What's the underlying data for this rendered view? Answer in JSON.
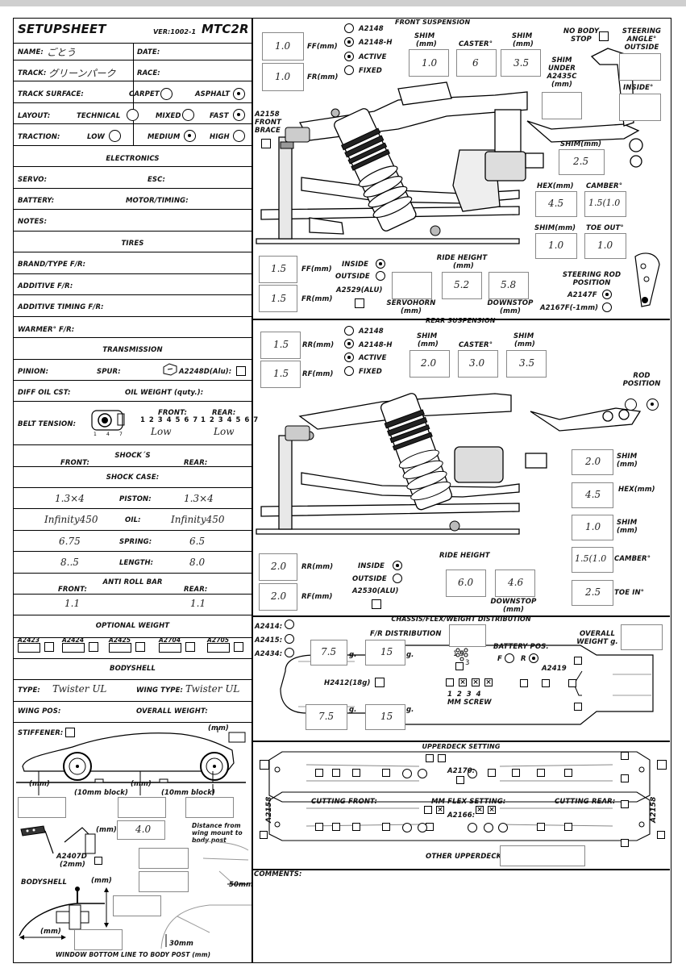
{
  "header": {
    "title": "SETUPSHEET",
    "version": "VER:1002-1",
    "model": "MTC2R"
  },
  "left": {
    "name_label": "NAME:",
    "name_value": "ごとう",
    "date_label": "DATE:",
    "track_label": "TRACK:",
    "track_value": "グリーンパーク",
    "race_label": "RACE:",
    "surface_label": "TRACK SURFACE:",
    "carpet": "CARPET",
    "asphalt": "ASPHALT",
    "layout_label": "LAYOUT:",
    "technical": "TECHNICAL",
    "mixed": "MIXED",
    "fast": "FAST",
    "traction_label": "TRACTION:",
    "low": "LOW",
    "medium": "MEDIUM",
    "high": "HIGH",
    "electronics": "ELECTRONICS",
    "servo": "SERVO:",
    "esc": "ESC:",
    "battery": "BATTERY:",
    "motor": "MOTOR/TIMING:",
    "notes": "NOTES:",
    "tires": "TIRES",
    "brand": "BRAND/TYPE F/R:",
    "additive": "ADDITIVE F/R:",
    "additive_timing": "ADDITIVE TIMING F/R:",
    "warmer": "WARMER° F/R:",
    "transmission": "TRANSMISSION",
    "pinion": "PINION:",
    "spur": "SPUR:",
    "a2248d": "A2248D(Alu):",
    "diff": "DIFF OIL CST:",
    "oil_weight": "OIL WEIGHT (quty.):",
    "belt": "BELT TENSION:",
    "belt_front": "FRONT:",
    "belt_rear": "REAR:",
    "belt_scale": "1 2 3 4 5 6 7",
    "belt_front_val": "Low",
    "belt_rear_val": "Low",
    "shocks": "SHOCK´S",
    "shocks_front": "FRONT:",
    "shocks_rear": "REAR:",
    "shock_case": "SHOCK CASE:",
    "piston": "PISTON:",
    "piston_f": "1.3×4",
    "piston_r": "1.3×4",
    "oil": "OIL:",
    "oil_f": "Infinity450",
    "oil_r": "Infinity450",
    "spring": "SPRING:",
    "spring_f": "6.75",
    "spring_r": "6.5",
    "length": "LENGTH:",
    "length_f": "8..5",
    "length_r": "8.0",
    "arb": "ANTI ROLL BAR",
    "arb_front": "FRONT:",
    "arb_rear": "REAR:",
    "arb_f": "1.1",
    "arb_r": "1.1",
    "opt_weight": "OPTIONAL WEIGHT",
    "w1": "A2423",
    "w2": "A2424",
    "w3": "A2425",
    "w4": "A2704",
    "w5": "A2705",
    "bodyshell": "BODYSHELL",
    "type": "TYPE:",
    "type_val": "Twister UL",
    "wing_type": "WING TYPE:",
    "wing_type_val": "Twister UL",
    "wing_pos": "WING POS:",
    "overall_weight": "OVERALL WEIGHT:",
    "stiffener": "STIFFENER:",
    "mm": "(mm)",
    "block10": "(10mm block)",
    "a2407d": "A2407D",
    "a2407d_mm": "(2mm)",
    "wing_mm_val": "4.0",
    "dist_wing": "Distance from wing mount to body post",
    "mm50": "50mm",
    "mm30": "30mm",
    "bodyshell2": "BODYSHELL",
    "window_line": "WINDOW BOTTOM LINE TO BODY POST (mm)"
  },
  "front": {
    "title": "FRONT SUSPENSION",
    "a2148": "A2148",
    "a2148h": "A2148-H",
    "active": "ACTIVE",
    "fixed": "FIXED",
    "ff_mm": "FF(mm)",
    "fr_mm": "FR(mm)",
    "ff_val": "1.0",
    "fr_val": "1.0",
    "shim": "SHIM",
    "mm": "(mm)",
    "caster": "CASTER°",
    "shim1_val": "1.0",
    "caster_val": "6",
    "shim2_val": "3.5",
    "no_body_stop": "NO BODY STOP",
    "steering_angle": "STEERING ANGLE° OUTSIDE",
    "shim_under": "SHIM UNDER A2435C (mm)",
    "inside_deg": "INSIDE°",
    "a2158": "A2158 FRONT BRACE",
    "shim_mm": "SHIM(mm)",
    "shim_mm_val": "2.5",
    "hex": "HEX(mm)",
    "hex_val": "4.5",
    "camber": "CAMBER°",
    "camber_val": "1.5(1.0",
    "toe_out": "TOE OUT°",
    "shim3_val": "1.0",
    "toe_out_val": "1.0",
    "low_ff_val": "1.5",
    "low_fr_val": "1.5",
    "inside": "INSIDE",
    "outside": "OUTSIDE",
    "a2529": "A2529(ALU)",
    "ride_height": "RIDE HEIGHT",
    "ride_val": "5.2",
    "downstop_val": "5.8",
    "servohorn": "SERVOHORN (mm)",
    "downstop": "DOWNSTOP (mm)",
    "steer_rod": "STEERING ROD POSITION",
    "a2147f": "A2147F",
    "a2167f": "A2167F(-1mm)"
  },
  "rear": {
    "title": "REAR SUSPENSION",
    "rr_mm": "RR(mm)",
    "rf_mm": "RF(mm)",
    "rr_val": "1.5",
    "rf_val": "1.5",
    "shim1_val": "2.0",
    "caster_val": "3.0",
    "shim2_val": "3.5",
    "rod_pos": "ROD POSITION",
    "shim_a_val": "2.0",
    "hex_val": "4.5",
    "shim_b_val": "1.0",
    "camber_val": "1.5(1.0",
    "toe_in": "TOE IN°",
    "toe_in_val": "2.5",
    "low_rr_val": "2.0",
    "low_rf_val": "2.0",
    "a2530": "A2530(ALU)",
    "ride_val": "6.0",
    "downstop_val": "4.6"
  },
  "chassis": {
    "title": "CHASSIS/FLEX/WEIGHT DISTRIBUTION",
    "a2414": "A2414:",
    "a2415": "A2415:",
    "a2434": "A2434:",
    "fr_dist": "F/R DISTRIBUTION",
    "overall": "OVERALL WEIGHT g.",
    "g": "g.",
    "w_tl": "7.5",
    "w_tr": "15",
    "w_bl": "7.5",
    "w_br": "15",
    "battery_pos": "BATTERY POS.",
    "f": "F",
    "r": "R",
    "a2419": "A2419",
    "h2412": "H2412(18g)",
    "screw_nums": "1  2  3  4",
    "mm_screw": "MM SCREW",
    "pos_15": "1      5",
    "pos_3": "3"
  },
  "upperdeck": {
    "title": "UPPERDECK SETTING",
    "a2170": "A2170:",
    "cutting_front": "CUTTING FRONT:",
    "mm_flex": "MM FLEX SETTING:",
    "cutting_rear": "CUTTING REAR:",
    "a2166": "A2166:",
    "a2158": "A2158",
    "other": "OTHER UPPERDECK:"
  },
  "comments": {
    "label": "COMMENTS:"
  }
}
